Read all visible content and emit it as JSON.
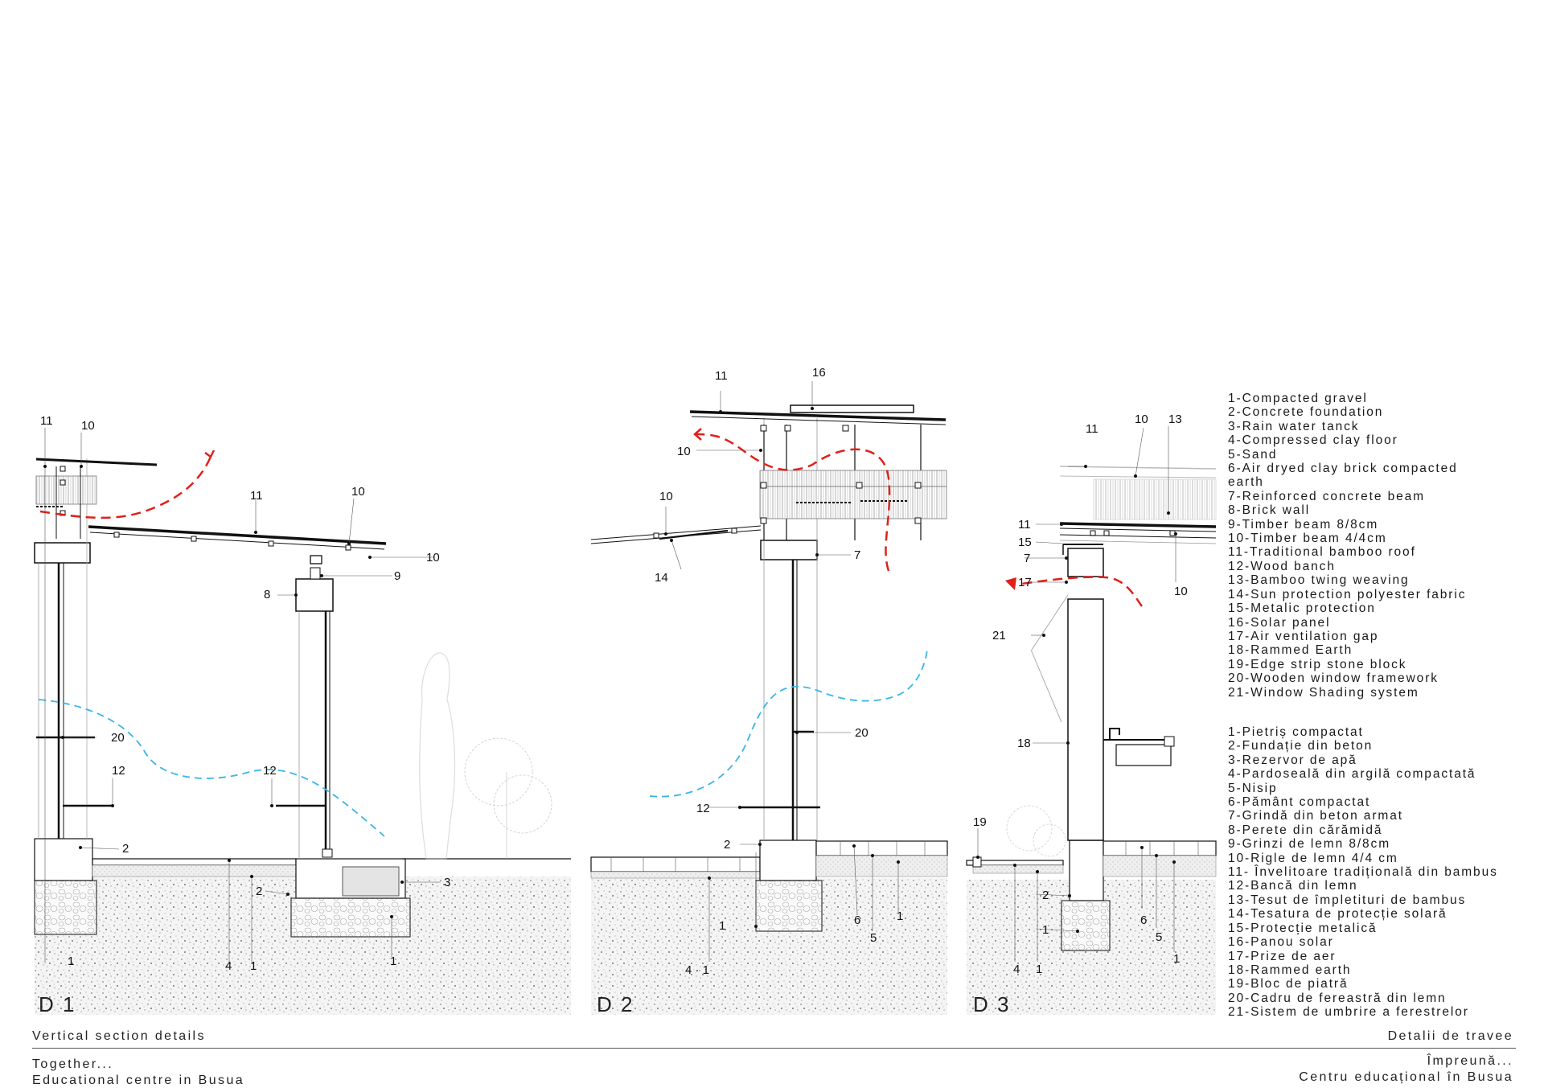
{
  "details": [
    {
      "id": "D1",
      "title": "D 1"
    },
    {
      "id": "D2",
      "title": "D 2"
    },
    {
      "id": "D3",
      "title": "D 3"
    }
  ],
  "callouts": {
    "d1": [
      "11",
      "10",
      "11",
      "10",
      "10",
      "9",
      "8",
      "20",
      "12",
      "12",
      "2",
      "2",
      "3",
      "1",
      "4",
      "1",
      "1"
    ],
    "d2": [
      "11",
      "16",
      "10",
      "10",
      "14",
      "7",
      "20",
      "12",
      "2",
      "1",
      "4 · 1",
      "6",
      "5",
      "1"
    ],
    "d3": [
      "11",
      "10",
      "13",
      "11",
      "15",
      "7",
      "17",
      "10",
      "21",
      "18",
      "19",
      "2",
      "1",
      "4",
      "1",
      "6",
      "5",
      "1"
    ]
  },
  "legend_en": [
    "1-Compacted gravel",
    "2-Concrete foundation",
    "3-Rain water tanck",
    "4-Compressed clay floor",
    "5-Sand",
    "6-Air dryed clay brick compacted",
    "earth",
    "7-Reinforced concrete beam",
    "8-Brick wall",
    "9-Timber beam 8/8cm",
    "10-Timber beam 4/4cm",
    "11-Traditional bamboo roof",
    "12-Wood banch",
    "13-Bamboo twing weaving",
    "14-Sun protection polyester fabric",
    "15-Metalic protection",
    "16-Solar panel",
    "17-Air ventilation gap",
    "18-Rammed Earth",
    "19-Edge strip stone block",
    "20-Wooden window framework",
    "21-Window Shading system"
  ],
  "legend_ro": [
    "1-Pietriș compactat",
    "2-Fundație din beton",
    "3-Rezervor de apă",
    "4-Pardoseală din argilă compactată",
    "5-Nisip",
    "6-Pământ compactat",
    "7-Grindă din beton armat",
    "8-Perete din cărămidă",
    "9-Grinzi de lemn 8/8cm",
    "10-Rigle de lemn 4/4 cm",
    "11- Învelitoare tradițională din bambus",
    "12-Bancă din lemn",
    "13-Tesut de împletituri de bambus",
    "14-Tesatura de protecție solară",
    "15-Protecție metalică",
    "16-Panou solar",
    "17-Prize de aer",
    "18-Rammed earth",
    "19-Bloc de piatră",
    "20-Cadru de fereastră din lemn",
    "21-Sistem de umbrire a ferestrelor"
  ],
  "footer": {
    "left_caption": "Vertical section details",
    "right_caption": "Detalii de travee",
    "project_en_line1": "Together...",
    "project_en_line2": "Educational centre in Busua",
    "project_ro_line1": "Împreună...",
    "project_ro_line2": "Centru educațional în Busua"
  },
  "colors": {
    "warm_air": "#e0201b",
    "cool_air": "#38b6e8",
    "line": "#111111"
  }
}
